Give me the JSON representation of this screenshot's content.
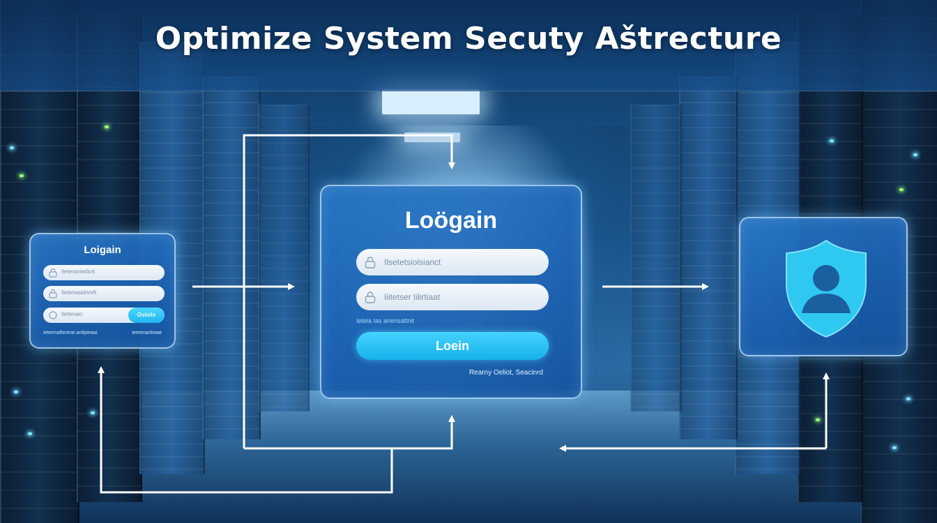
{
  "title": "Optimize System Secuty Aštrecture",
  "small_panel": {
    "title": "Loigain",
    "username_placeholder": "Ileteraniedsnt",
    "password_placeholder": "Iletenasidnreft",
    "row3_placeholder": "Iletenaio",
    "row3_button": "Oslsits",
    "footer_left": "Ieteenaftentrat antipieaat",
    "footer_right": "Ieteenartieaat"
  },
  "main_panel": {
    "title": "Loögain",
    "username_placeholder": "Ilsetetsiolsianct",
    "password_placeholder": "Iiitetser Iilirtiaat",
    "forgot_link": "Ieteia Ias anensattnit",
    "login_button": "Loein",
    "footer": "Rearny Oeliot, Seacinrd"
  },
  "shield_panel": {
    "icon": "shield-user-icon"
  },
  "colors": {
    "panel_blue": "#1f6fc0",
    "button_cyan": "#1fb7ef",
    "shield_cyan": "#2fc8f0",
    "arrow_white": "#ffffff"
  }
}
